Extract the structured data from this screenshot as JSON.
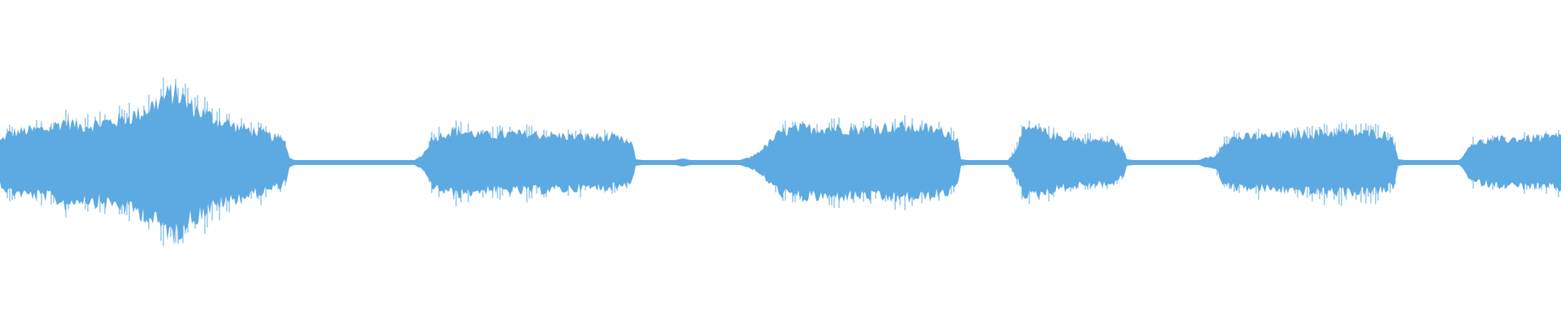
{
  "waveform": {
    "color": "#5DA9E1",
    "background": "#FFFFFF",
    "segments": [
      {
        "start": 0.0,
        "end": 0.185,
        "level": "loud"
      },
      {
        "start": 0.185,
        "end": 0.272,
        "level": "quiet"
      },
      {
        "start": 0.272,
        "end": 0.407,
        "level": "loud"
      },
      {
        "start": 0.407,
        "end": 0.48,
        "level": "quiet"
      },
      {
        "start": 0.48,
        "end": 0.618,
        "level": "loud"
      },
      {
        "start": 0.618,
        "end": 0.648,
        "level": "quiet"
      },
      {
        "start": 0.648,
        "end": 0.722,
        "level": "loud"
      },
      {
        "start": 0.722,
        "end": 0.783,
        "level": "quiet"
      },
      {
        "start": 0.783,
        "end": 0.897,
        "level": "loud"
      },
      {
        "start": 0.897,
        "end": 0.937,
        "level": "quiet"
      },
      {
        "start": 0.937,
        "end": 1.0,
        "level": "loud"
      }
    ]
  }
}
